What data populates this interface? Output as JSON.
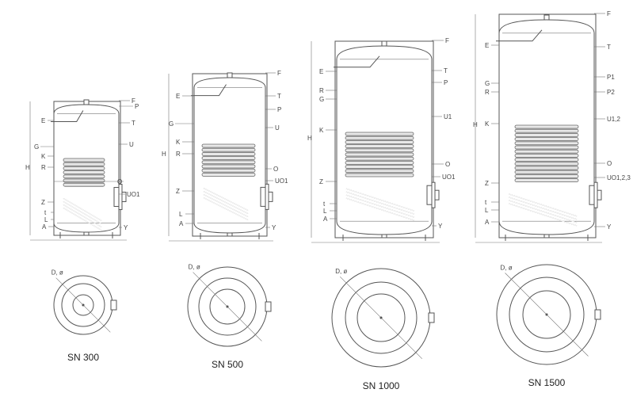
{
  "title": "SN series hot water storage tanks - dimensional drawings",
  "tanks": [
    {
      "model": "SN 300",
      "dim_label": "D, ø",
      "labels": {
        "F": "F",
        "P": "P",
        "T": "T",
        "U": "U",
        "O": "O",
        "UO": "UO1",
        "Y": "Y",
        "E": "E",
        "G": "G",
        "K": "K",
        "R": "R",
        "Z": "Z",
        "t": "t",
        "L": "L",
        "A": "A",
        "H": "H"
      }
    },
    {
      "model": "SN 500",
      "dim_label": "D, ø",
      "labels": {
        "F": "F",
        "T": "T",
        "P": "P",
        "U": "U",
        "O": "O",
        "UO": "UO1",
        "Y": "Y",
        "E": "E",
        "G": "G",
        "K": "K",
        "R": "R",
        "Z": "Z",
        "L": "L",
        "A": "A",
        "H": "H"
      }
    },
    {
      "model": "SN 1000",
      "dim_label": "D, ø",
      "labels": {
        "F": "F",
        "E": "E",
        "T": "T",
        "P": "P",
        "R": "R",
        "G": "G",
        "U": "U1",
        "K": "K",
        "O": "O",
        "UO": "UO1",
        "Z": "Z",
        "t": "t",
        "L": "L",
        "A": "A",
        "Y": "Y",
        "H": "H"
      }
    },
    {
      "model": "SN 1500",
      "dim_label": "D, ø",
      "labels": {
        "F": "F",
        "E": "E",
        "T": "T",
        "G": "G",
        "P1": "P1",
        "R": "R",
        "P2": "P2",
        "K": "K",
        "U": "U1,2",
        "O": "O",
        "UO": "UO1,2,3",
        "Z": "Z",
        "t": "t",
        "L": "L",
        "A": "A",
        "Y": "Y",
        "H": "H"
      }
    }
  ]
}
